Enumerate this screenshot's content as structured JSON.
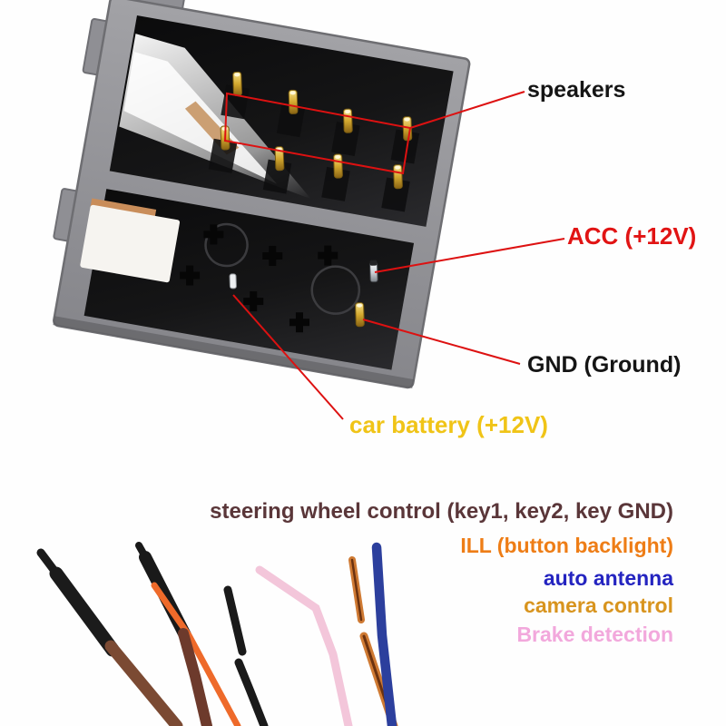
{
  "scene": {
    "description": "ISO car stereo wiring harness connector photo with annotated pinout labels",
    "background": "#fefefe"
  },
  "annotations": {
    "line_color": "#dd1111",
    "speakers": {
      "text": "speakers",
      "color": "#151515"
    },
    "acc": {
      "text": "ACC (+12V)",
      "color": "#e11414"
    },
    "gnd": {
      "text": "GND (Ground)",
      "color": "#151515"
    },
    "battery": {
      "text": "car battery (+12V)",
      "color": "#f0c417"
    },
    "bottom_labels": [
      {
        "id": "steering",
        "text": "steering wheel control (key1, key2, key GND)",
        "color": "#5a3639"
      },
      {
        "id": "ill",
        "text": "ILL (button backlight)",
        "color": "#ee7d16"
      },
      {
        "id": "antenna",
        "text": "auto antenna",
        "color": "#2424c0"
      },
      {
        "id": "camera",
        "text": "camera control",
        "color": "#d8941e"
      },
      {
        "id": "brake",
        "text": "Brake detection",
        "color": "#f2a8dc"
      }
    ]
  },
  "connector": {
    "name": "ISO male connector block",
    "speaker_pin_count": 8,
    "pin_gold": "#c9a22a",
    "pin_silver": "#d9dcdf",
    "body_gray": "#939398"
  },
  "wires": [
    {
      "name": "steering-key-wire-1",
      "sleeve": "#1b1b1b",
      "color": "#7b4a33"
    },
    {
      "name": "steering-key-wire-2",
      "sleeve": "#191919",
      "color": "#6d3a2c",
      "secondary": "#ee6a2a"
    },
    {
      "name": "black-wire",
      "color": "#1a1a1a"
    },
    {
      "name": "pink-wire",
      "color": "#f3c6da"
    },
    {
      "name": "orange-striped-wire",
      "color": "#cf7a33",
      "stripe": "#6b3210"
    },
    {
      "name": "blue-wire",
      "color": "#2c3f9d"
    }
  ]
}
